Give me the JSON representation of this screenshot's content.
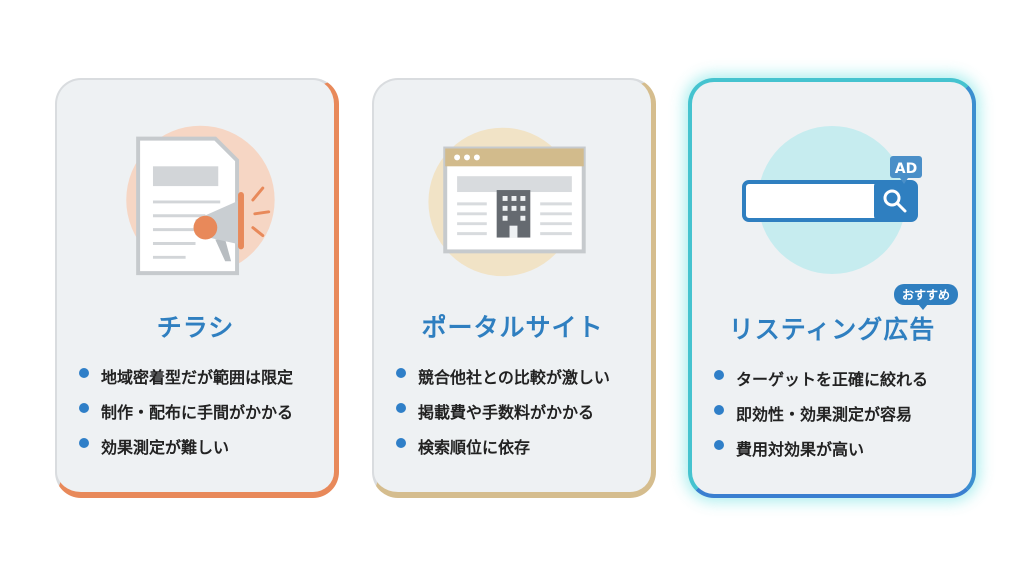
{
  "cards": [
    {
      "title": "チラシ",
      "icon": "flyer-megaphone-icon",
      "accent": "#e8895a",
      "bullets": [
        "地域密着型だが範囲は限定",
        "制作・配布に手間がかかる",
        "効果測定が難しい"
      ]
    },
    {
      "title": "ポータルサイト",
      "icon": "portal-website-icon",
      "accent": "#d5bd8e",
      "bullets": [
        "競合他社との比較が激しい",
        "掲載費や手数料がかかる",
        "検索順位に依存"
      ]
    },
    {
      "title": "リスティング広告",
      "icon": "search-ad-icon",
      "accent": "#3aa6c8",
      "badge": "おすすめ",
      "ad_label": "AD",
      "bullets": [
        "ターゲットを正確に絞れる",
        "即効性・効果測定が容易",
        "費用対効果が高い"
      ]
    }
  ]
}
